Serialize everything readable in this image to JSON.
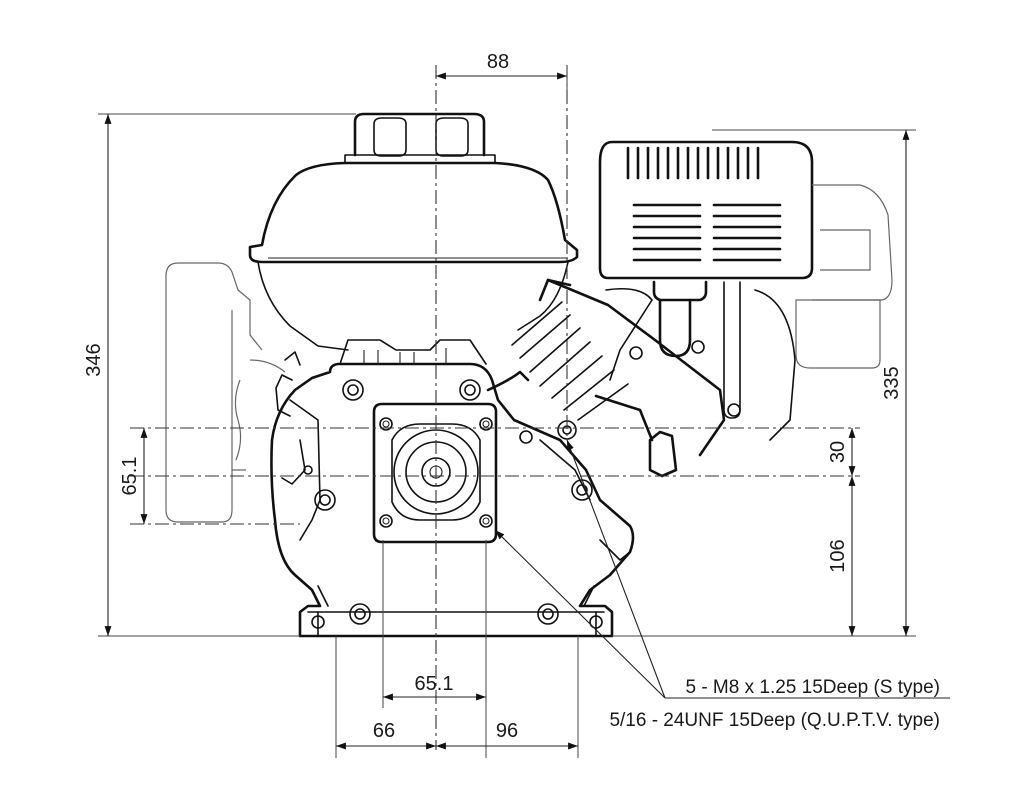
{
  "dimensions": {
    "top_offset": "88",
    "overall_height_left": "346",
    "overall_height_right": "335",
    "pto_height_left": "65.1",
    "pto_offset_right": "30",
    "shaft_height_right": "106",
    "bolt_spacing_bottom": "65.1",
    "base_left": "66",
    "base_right": "96"
  },
  "notes": {
    "thread_s_type": "5 - M8 x 1.25 15Deep (S type)",
    "thread_q_type": "5/16 - 24UNF 15Deep (Q.U.P.T.V. type)"
  }
}
